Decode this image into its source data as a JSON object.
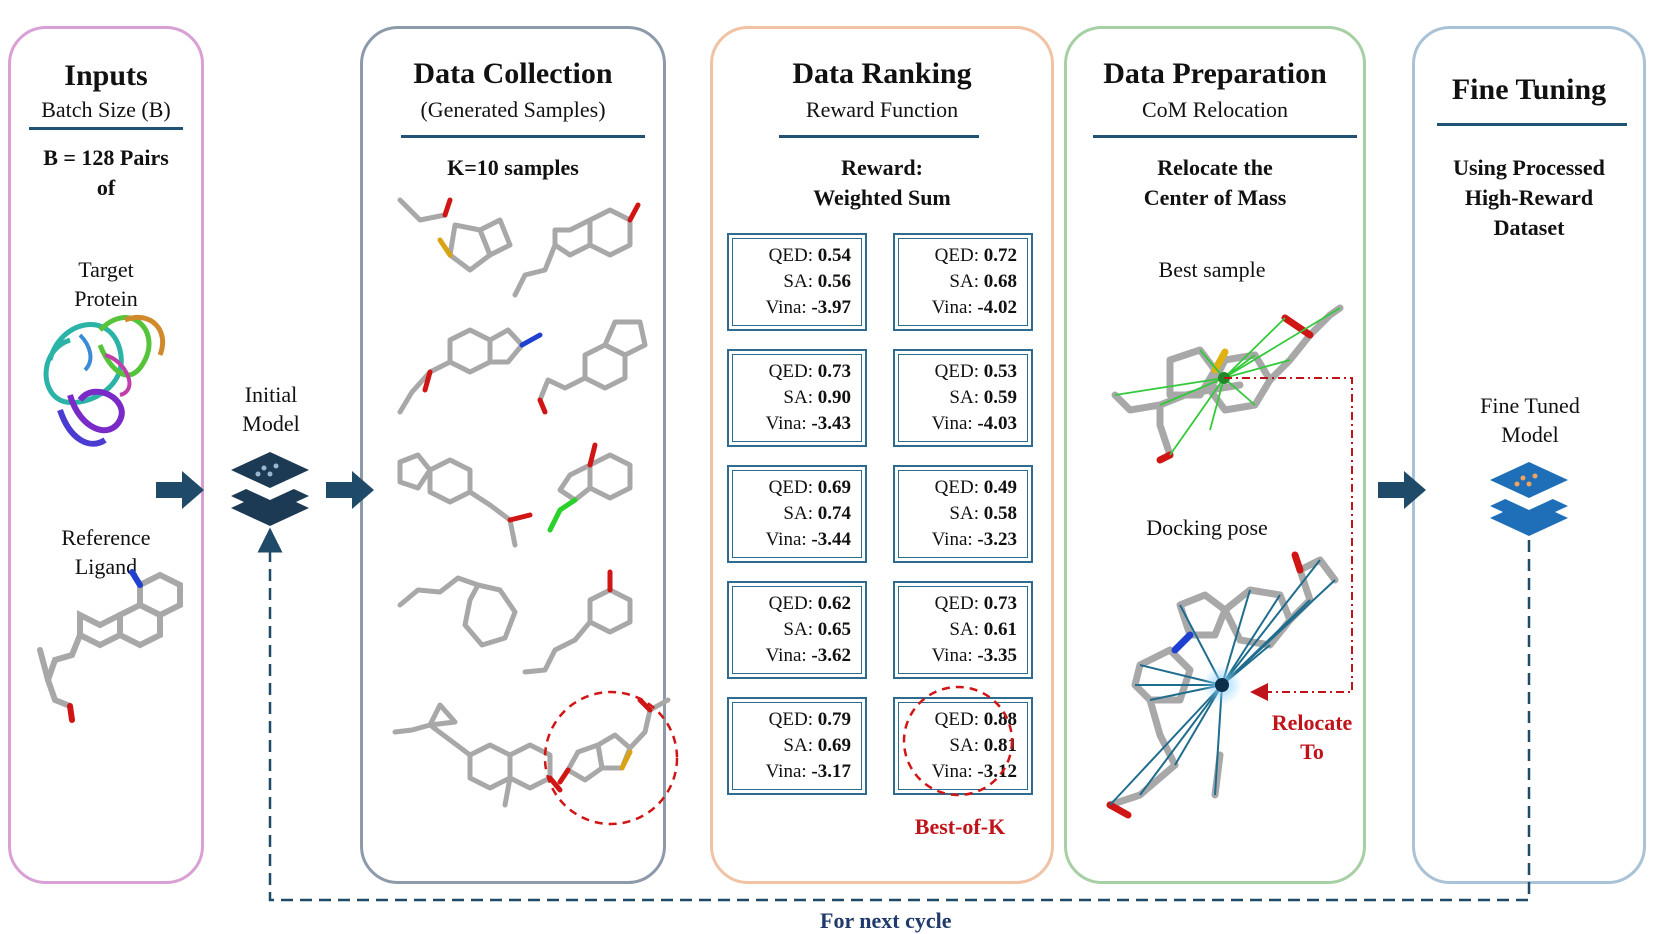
{
  "inputs": {
    "title": "Inputs",
    "subtitle": "Batch Size (B)",
    "batch": "B = 128 Pairs of",
    "target": "Target Protein",
    "reference": "Reference Ligand"
  },
  "initial_model": "Initial Model",
  "collection": {
    "title": "Data Collection",
    "subtitle": "(Generated Samples)",
    "k": "K=10 samples"
  },
  "ranking": {
    "title": "Data Ranking",
    "subtitle": "Reward Function",
    "reward": "Reward: Weighted Sum",
    "labels": {
      "qed": "QED:",
      "sa": "SA:",
      "vina": "Vina:"
    },
    "scores": [
      {
        "qed": "0.54",
        "sa": "0.56",
        "vina": "-3.97"
      },
      {
        "qed": "0.72",
        "sa": "0.68",
        "vina": "-4.02"
      },
      {
        "qed": "0.73",
        "sa": "0.90",
        "vina": "-3.43"
      },
      {
        "qed": "0.53",
        "sa": "0.59",
        "vina": "-4.03"
      },
      {
        "qed": "0.69",
        "sa": "0.74",
        "vina": "-3.44"
      },
      {
        "qed": "0.49",
        "sa": "0.58",
        "vina": "-3.23"
      },
      {
        "qed": "0.62",
        "sa": "0.65",
        "vina": "-3.62"
      },
      {
        "qed": "0.73",
        "sa": "0.61",
        "vina": "-3.35"
      },
      {
        "qed": "0.79",
        "sa": "0.69",
        "vina": "-3.17"
      },
      {
        "qed": "0.88",
        "sa": "0.81",
        "vina": "-3.12"
      }
    ],
    "best": "Best-of-K"
  },
  "preparation": {
    "title": "Data Preparation",
    "subtitle": "CoM Relocation",
    "relocate": "Relocate the Center of Mass",
    "best_sample": "Best sample",
    "docking": "Docking pose",
    "relocate_to": "Relocate To"
  },
  "fine": {
    "title": "Fine Tuning",
    "using": "Using Processed High-Reward Dataset",
    "model": "Fine Tuned Model"
  },
  "footer": "For next cycle",
  "colors": {
    "arrow": "#1f4a68",
    "accent_red": "#c0141b",
    "model_dark": "#1d3a55",
    "model_blue": "#1f6fb8"
  }
}
